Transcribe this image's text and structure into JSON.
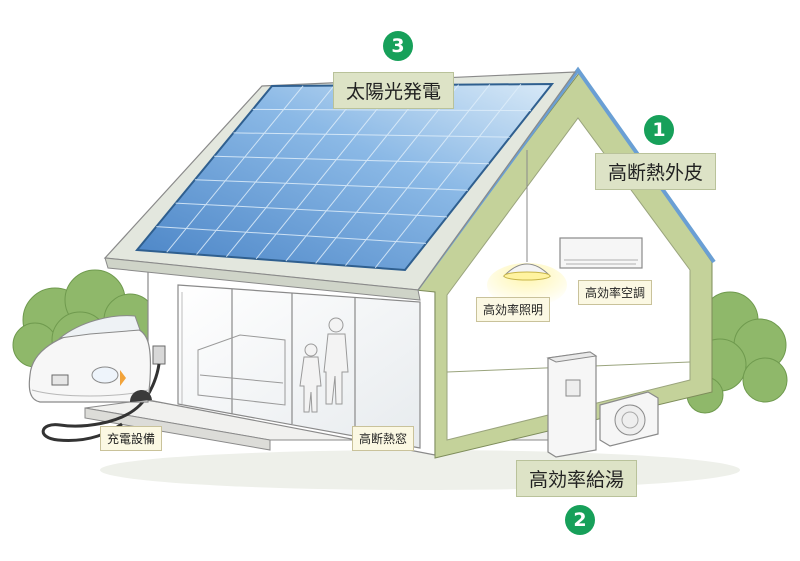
{
  "features": [
    {
      "number": "1",
      "label": "高断熱外皮"
    },
    {
      "number": "2",
      "label": "高効率給湯"
    },
    {
      "number": "3",
      "label": "太陽光発電"
    }
  ],
  "equipment_labels": {
    "lighting": "高効率照明",
    "air_conditioning": "高効率空調",
    "window": "高断熱窓",
    "charger": "充電設備"
  },
  "colors": {
    "badge": "#17a05a",
    "label_big_bg": "#dde3c6",
    "label_small_bg": "#fbf8e3",
    "solar_panel": "#6a9fd4",
    "wall_insulation": "#c4d29a",
    "shrub": "#8fb86a"
  }
}
